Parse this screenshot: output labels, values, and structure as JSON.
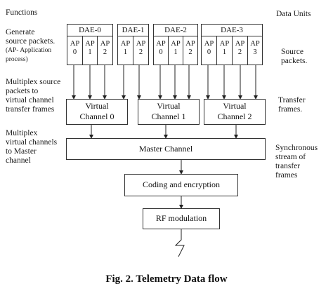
{
  "functions": {
    "header": "Functions",
    "generate": [
      "Generate",
      "source packets.",
      "(AP- Application",
      "process)"
    ],
    "mux_packets": [
      "Multiplex source",
      "packets to",
      "virtual channel",
      "transfer frames"
    ],
    "mux_channels": [
      "Multiplex",
      "virtual channels",
      "to Master",
      "channel"
    ]
  },
  "data_units": {
    "header": "Data Units",
    "source": [
      "Source",
      "packets."
    ],
    "transfer": [
      "Transfer",
      "frames."
    ],
    "sync": [
      "Synchronous",
      "stream of",
      "transfer",
      "frames"
    ]
  },
  "daes": [
    {
      "name": "DAE-0",
      "aps": [
        [
          "AP",
          "0"
        ],
        [
          "AP",
          "1"
        ],
        [
          "AP",
          "2"
        ]
      ]
    },
    {
      "name": "DAE-1",
      "aps": [
        [
          "AP",
          "1"
        ],
        [
          "AP",
          "2"
        ]
      ]
    },
    {
      "name": "DAE-2",
      "aps": [
        [
          "AP",
          "0"
        ],
        [
          "AP",
          "1"
        ],
        [
          "AP",
          "2"
        ]
      ]
    },
    {
      "name": "DAE-3",
      "aps": [
        [
          "AP",
          "0"
        ],
        [
          "AP",
          "1"
        ],
        [
          "AP",
          "2"
        ],
        [
          "AP",
          "3"
        ]
      ]
    }
  ],
  "virtual_channels": [
    [
      "Virtual",
      "Channel 0"
    ],
    [
      "Virtual",
      "Channel 1"
    ],
    [
      "Virtual",
      "Channel 2"
    ]
  ],
  "master_channel": "Master Channel",
  "coding": "Coding and encryption",
  "rf": "RF modulation",
  "caption": "Fig. 2. Telemetry Data flow"
}
